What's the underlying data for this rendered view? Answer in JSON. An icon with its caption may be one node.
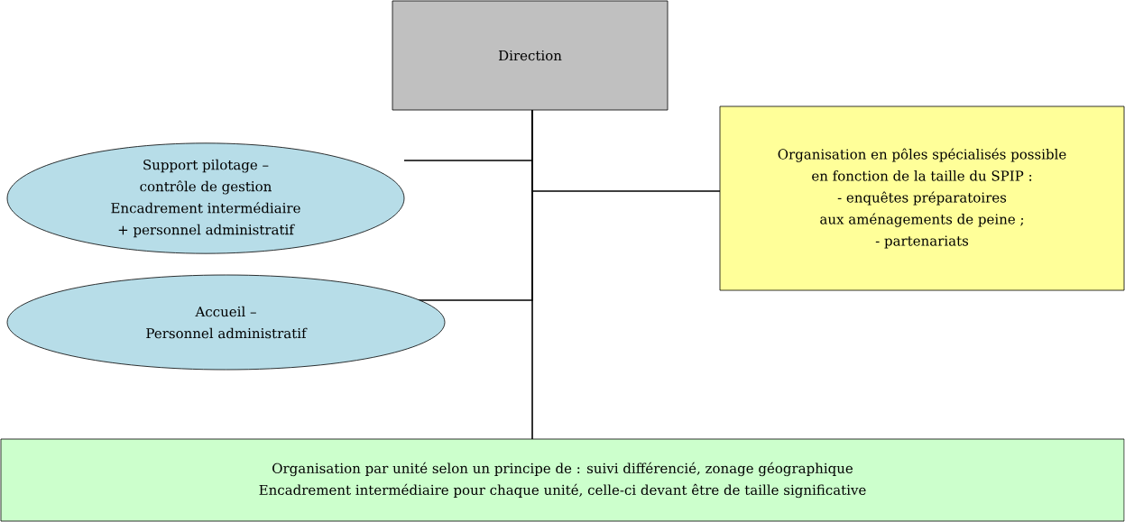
{
  "diagram": {
    "nodes": [
      {
        "text": [
          "Direction"
        ]
      },
      {
        "text": [
          "Support pilotage –",
          "contrôle de gestion",
          "Encadrement intermédiaire",
          "+ personnel administratif"
        ]
      },
      {
        "text": [
          "Organisation en pôles spécialisés possible",
          "en fonction de la taille du SPIP :",
          "- enquêtes préparatoires",
          "aux aménagements de peine ;",
          "- partenariats"
        ]
      },
      {
        "text": [
          "Accueil –",
          "Personnel administratif"
        ]
      },
      {
        "text": [
          "Organisation par unité selon un principe de : suivi différencié, zonage géographique",
          "Encadrement intermédiaire pour chaque unité, celle-ci devant être de taille significative"
        ]
      }
    ],
    "edges": [
      {
        "from": 0,
        "to": 1,
        "arrow": "none"
      },
      {
        "from": 0,
        "to": 2,
        "arrow": "none"
      },
      {
        "from": 0,
        "to": 3,
        "arrow": "none"
      },
      {
        "from": 0,
        "to": 4,
        "arrow": "none"
      }
    ]
  }
}
